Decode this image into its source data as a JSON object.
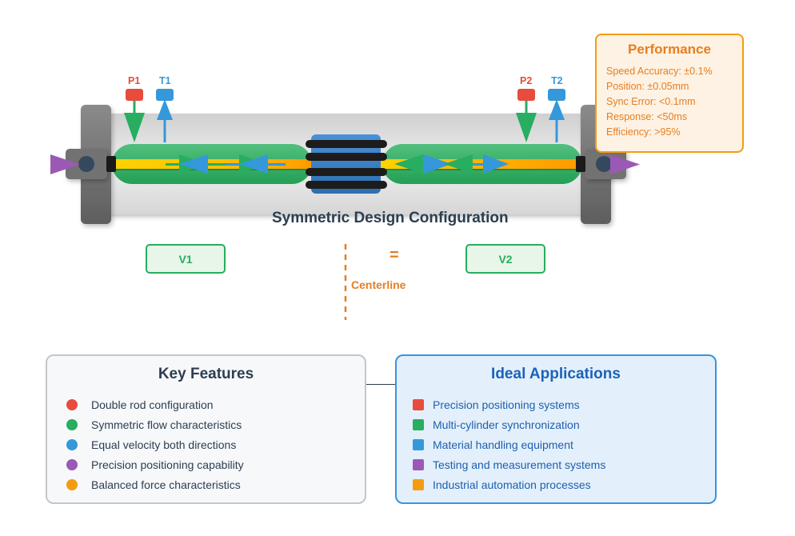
{
  "diagram": {
    "title": "Symmetric Design Configuration",
    "ports": [
      {
        "id": "P1",
        "label": "P1",
        "color": "#e74c3c",
        "flow": "in"
      },
      {
        "id": "T1",
        "label": "T1",
        "color": "#3498db",
        "flow": "out"
      },
      {
        "id": "P2",
        "label": "P2",
        "color": "#e74c3c",
        "flow": "in"
      },
      {
        "id": "T2",
        "label": "T2",
        "color": "#3498db",
        "flow": "out"
      }
    ],
    "velocity": {
      "v1_label": "V1",
      "v2_label": "V2",
      "equals_label": "=",
      "centerline_label": "Centerline"
    },
    "colors": {
      "chamber": "#27ae60",
      "rod_left": "#f1c40f",
      "rod_right": "#f39c12",
      "piston": "#3a7fc4",
      "force_arrow": "#9b59b6",
      "accent_orange": "#e67e22"
    }
  },
  "performance": {
    "title": "Performance",
    "lines": [
      "Speed Accuracy: ±0.1%",
      "Position: ±0.05mm",
      "Sync Error: <0.1mm",
      "Response: <50ms",
      "Efficiency: >95%"
    ]
  },
  "features": {
    "title": "Key Features",
    "items": [
      {
        "label": "Double rod configuration",
        "color": "#e74c3c"
      },
      {
        "label": "Symmetric flow characteristics",
        "color": "#27ae60"
      },
      {
        "label": "Equal velocity both directions",
        "color": "#3498db"
      },
      {
        "label": "Precision positioning capability",
        "color": "#9b59b6"
      },
      {
        "label": "Balanced force characteristics",
        "color": "#f39c12"
      }
    ]
  },
  "applications": {
    "title": "Ideal Applications",
    "items": [
      {
        "label": "Precision positioning systems",
        "color": "#e74c3c"
      },
      {
        "label": "Multi-cylinder synchronization",
        "color": "#27ae60"
      },
      {
        "label": "Material handling equipment",
        "color": "#3498db"
      },
      {
        "label": "Testing and measurement systems",
        "color": "#9b59b6"
      },
      {
        "label": "Industrial automation processes",
        "color": "#f39c12"
      }
    ]
  }
}
